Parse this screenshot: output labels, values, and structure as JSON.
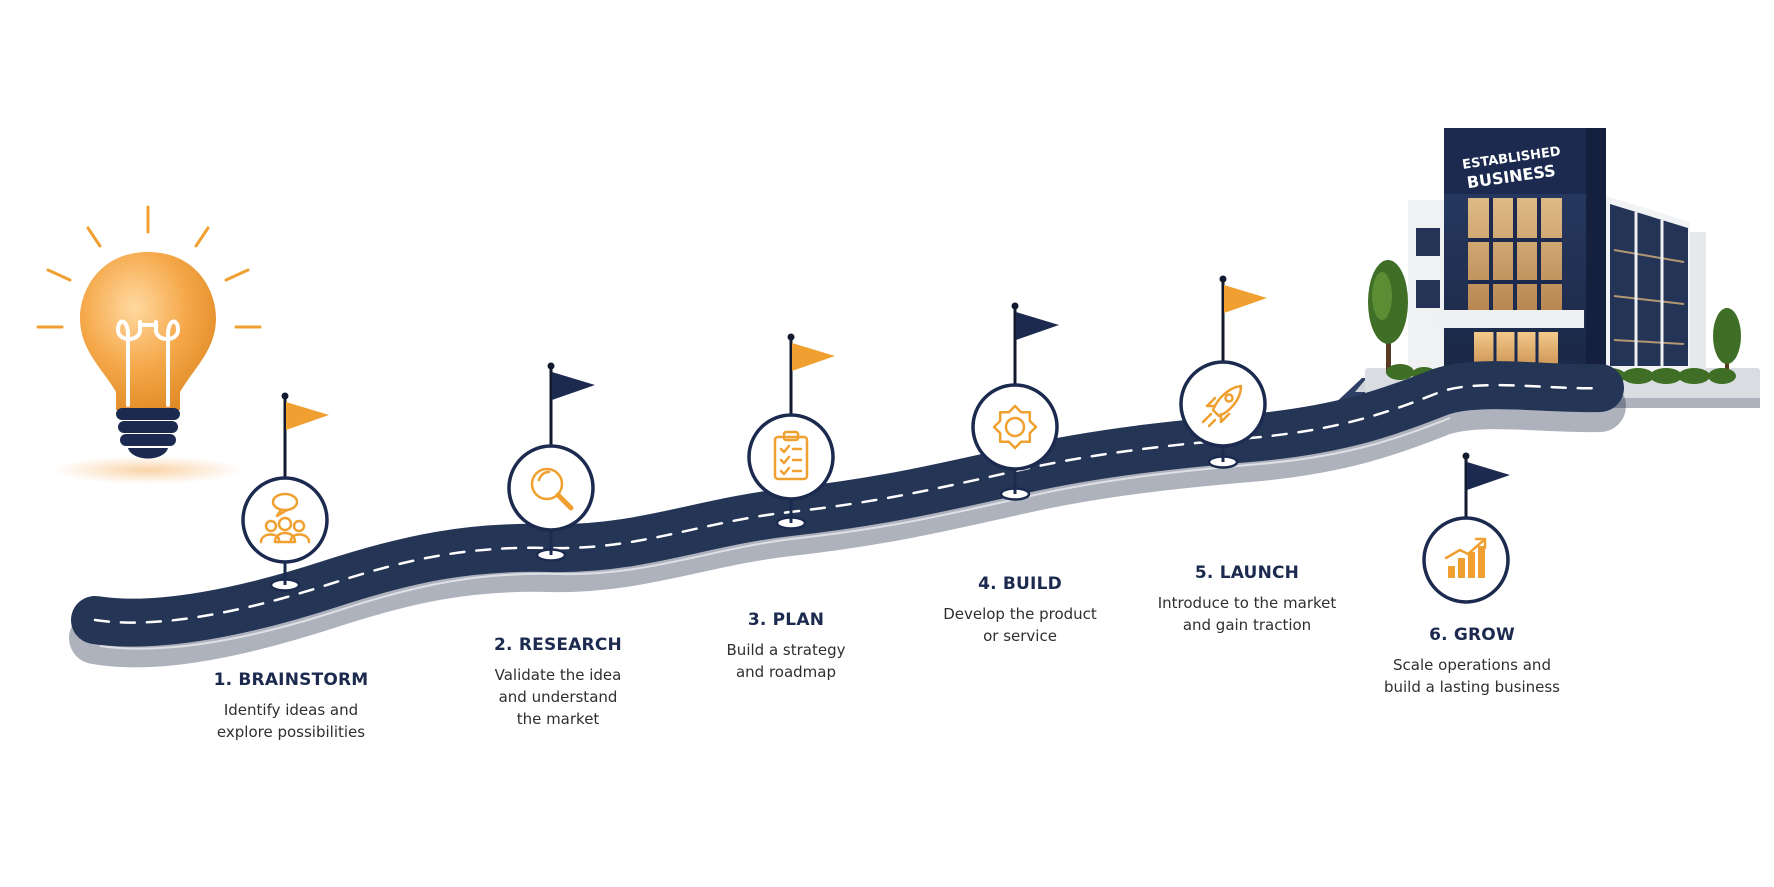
{
  "colors": {
    "navy": "#1b2a4e",
    "orange": "#f0a030",
    "road": "#243556",
    "white": "#ffffff"
  },
  "building": {
    "sign_line1": "ESTABLISHED",
    "sign_line2": "BUSINESS"
  },
  "steps": [
    {
      "title": "1. BRAINSTORM",
      "desc1": "Identify ideas and",
      "desc2": "explore possibilities",
      "icon": "people-chat-icon",
      "flag_color": "#f0a030"
    },
    {
      "title": "2. RESEARCH",
      "desc1": "Validate the idea",
      "desc2": "and understand",
      "desc3": "the market",
      "icon": "magnifier-icon",
      "flag_color": "#1b2a4e"
    },
    {
      "title": "3. PLAN",
      "desc1": "Build a strategy",
      "desc2": "and roadmap",
      "icon": "clipboard-checklist-icon",
      "flag_color": "#f0a030"
    },
    {
      "title": "4. BUILD",
      "desc1": "Develop the product",
      "desc2": "or service",
      "icon": "gear-icon",
      "flag_color": "#1b2a4e"
    },
    {
      "title": "5. LAUNCH",
      "desc1": "Introduce to the market",
      "desc2": "and gain traction",
      "icon": "rocket-icon",
      "flag_color": "#f0a030"
    },
    {
      "title": "6. GROW",
      "desc1": "Scale operations and",
      "desc2": "build a lasting business",
      "icon": "growth-chart-icon",
      "flag_color": "#1b2a4e"
    }
  ]
}
